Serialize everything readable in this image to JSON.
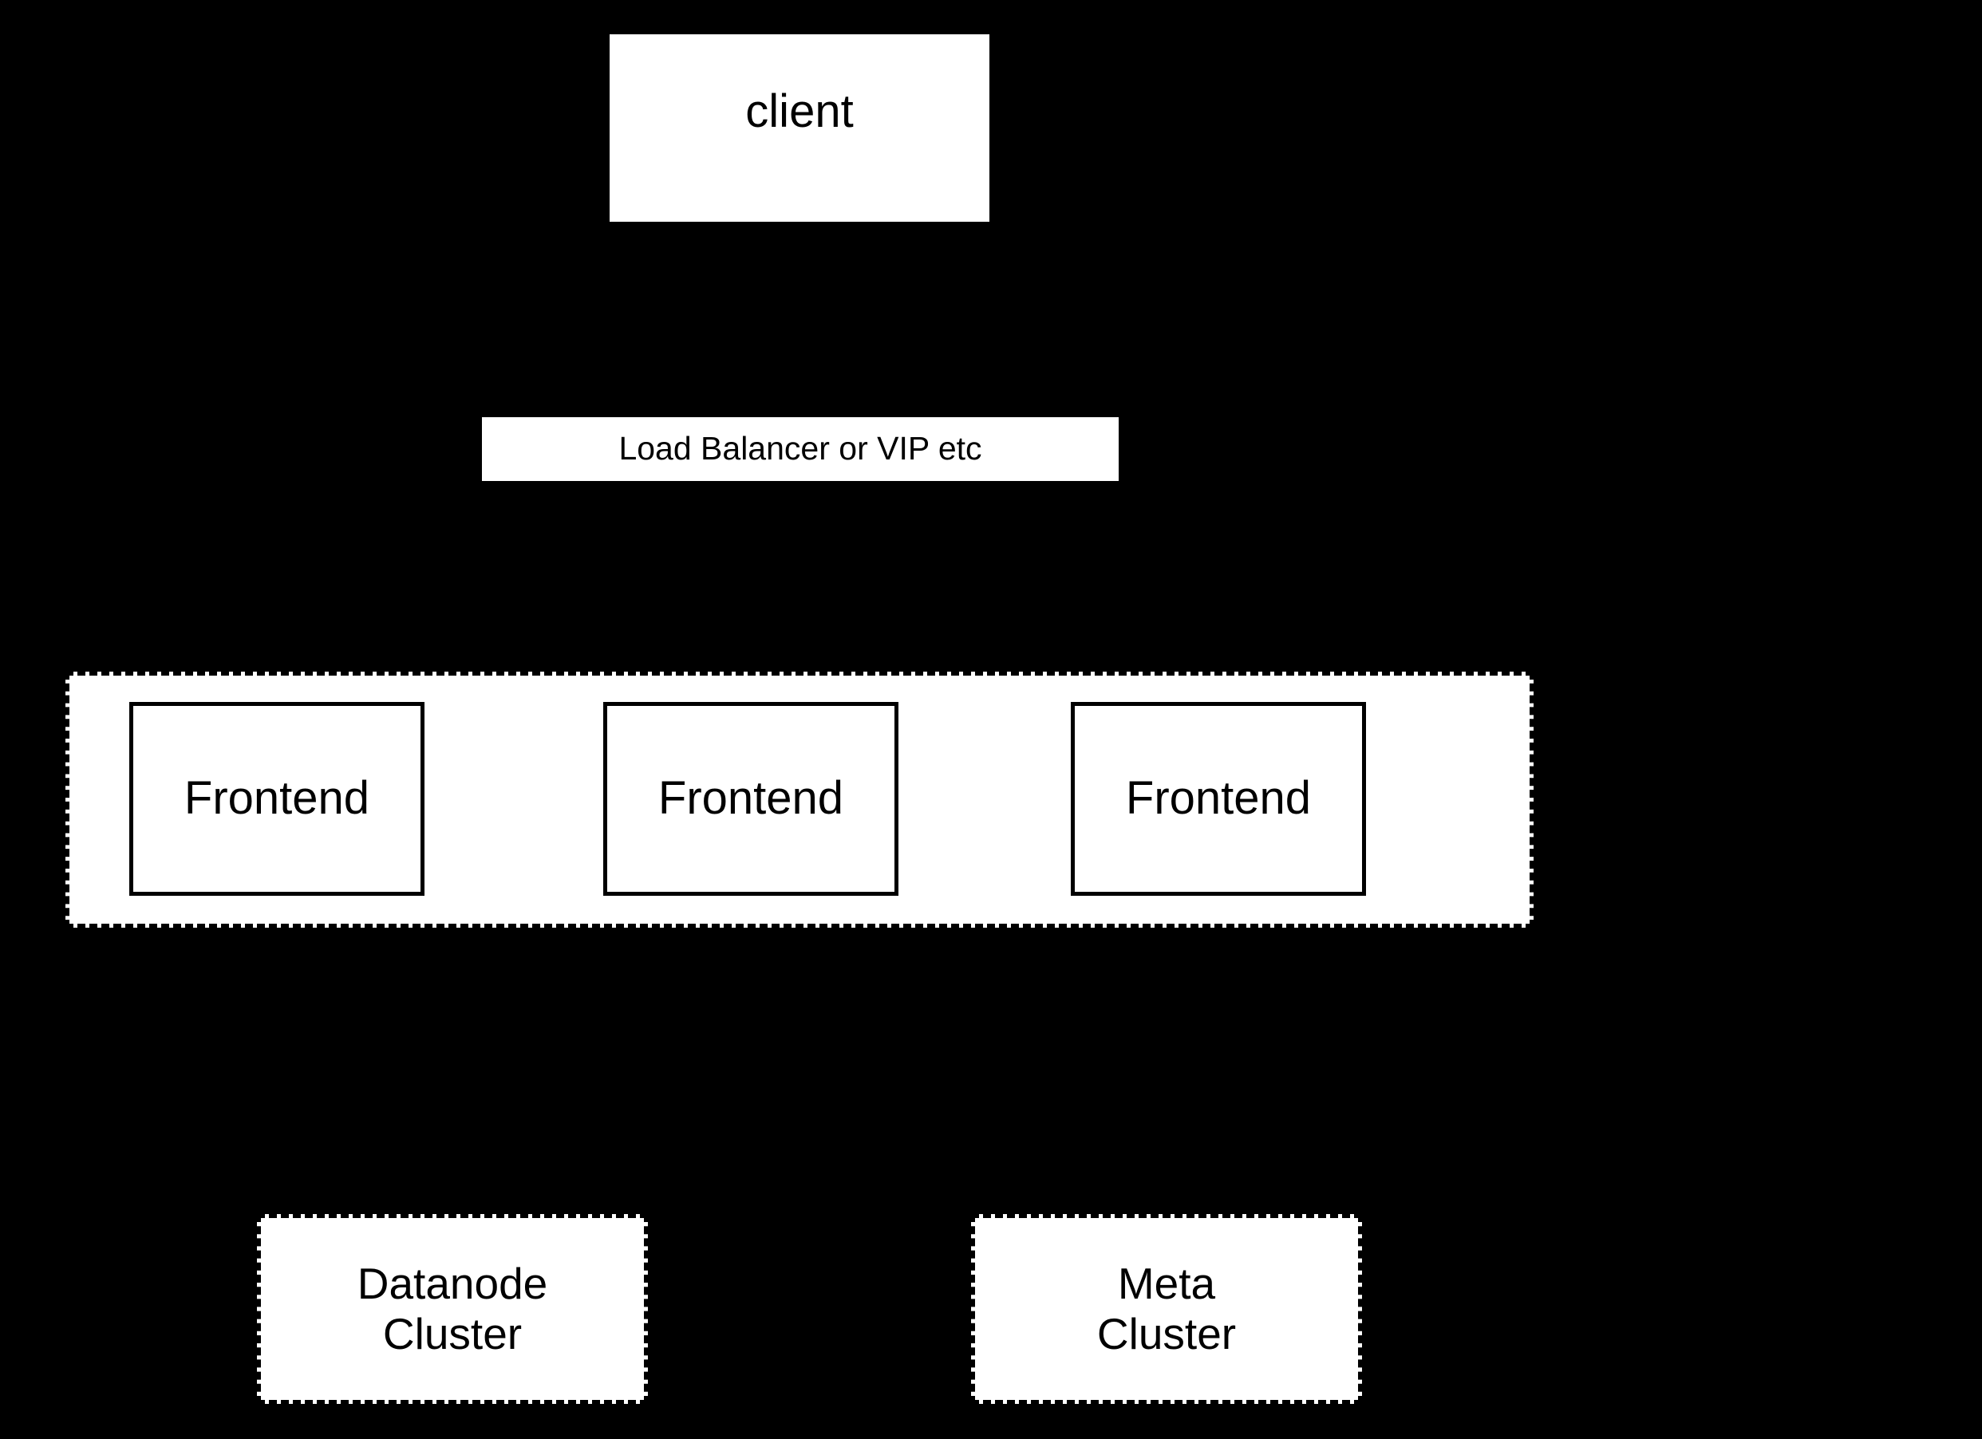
{
  "diagram": {
    "background_color": "#000000",
    "node_fill_color": "#ffffff",
    "node_stroke_color": "#000000",
    "title": "",
    "nodes": {
      "client": {
        "label": "client",
        "shape": "rectangle",
        "border_style": "none"
      },
      "load_balancer": {
        "label": "Load Balancer or VIP etc",
        "shape": "rectangle",
        "border_style": "none"
      },
      "frontend_cluster": {
        "label": "",
        "shape": "rectangle",
        "border_style": "dashed"
      },
      "frontends": [
        {
          "label": "Frontend",
          "shape": "rectangle",
          "border_style": "solid"
        },
        {
          "label": "Frontend",
          "shape": "rectangle",
          "border_style": "solid"
        },
        {
          "label": "Frontend",
          "shape": "rectangle",
          "border_style": "solid"
        }
      ],
      "datanode_cluster": {
        "label": "Datanode\nCluster",
        "shape": "rectangle",
        "border_style": "dashed"
      },
      "meta_cluster": {
        "label": "Meta\nCluster",
        "shape": "rectangle",
        "border_style": "dashed"
      }
    }
  }
}
